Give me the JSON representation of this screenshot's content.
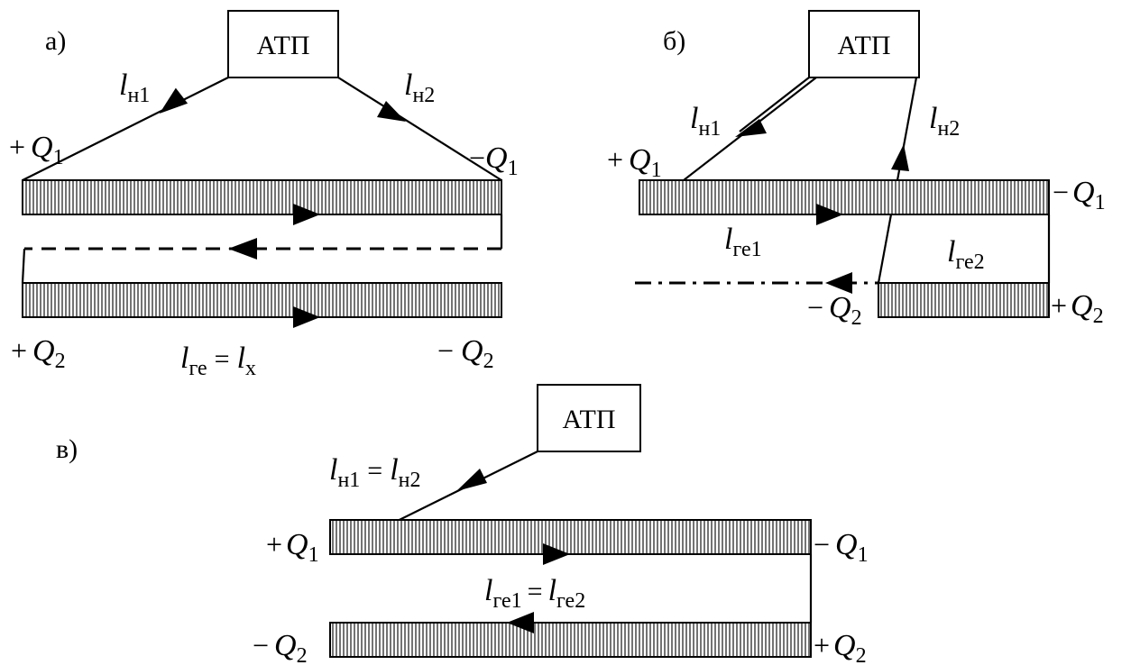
{
  "depot_label": "АТП",
  "panel_a": {
    "letter": "а)",
    "route_1": {
      "symbol": "l",
      "subscript": "н1"
    },
    "route_2": {
      "symbol": "l",
      "subscript": "н2"
    },
    "point_1": {
      "sign": "+",
      "symbol": "Q",
      "subscript": "1"
    },
    "point_2": {
      "sign": "−",
      "symbol": "Q",
      "subscript": "1"
    },
    "point_3": {
      "sign": "+",
      "symbol": "Q",
      "subscript": "2"
    },
    "point_4": {
      "sign": "−",
      "symbol": "Q",
      "subscript": "2"
    },
    "loaded_run": {
      "symbol": "l",
      "subscript": "ге",
      "equals": "=",
      "symbol_2": "l",
      "subscript_2": "x"
    }
  },
  "panel_b": {
    "letter": "б)",
    "route_1": {
      "symbol": "l",
      "subscript": "н1"
    },
    "route_2": {
      "symbol": "l",
      "subscript": "н2"
    },
    "point_1": {
      "sign": "+",
      "symbol": "Q",
      "subscript": "1"
    },
    "point_2": {
      "sign": "−",
      "symbol": "Q",
      "subscript": "1"
    },
    "point_3": {
      "sign": "−",
      "symbol": "Q",
      "subscript": "2"
    },
    "point_4": {
      "sign": "+",
      "symbol": "Q",
      "subscript": "2"
    },
    "loaded_run_1": {
      "symbol": "l",
      "subscript": "ге1"
    },
    "loaded_run_2": {
      "symbol": "l",
      "subscript": "ге2"
    }
  },
  "panel_c": {
    "letter": "в)",
    "route": {
      "symbol": "l",
      "subscript": "н1",
      "equals": "=",
      "symbol_2": "l",
      "subscript_2": "н2"
    },
    "point_1": {
      "sign": "+",
      "symbol": "Q",
      "subscript": "1"
    },
    "point_2": {
      "sign": "−",
      "symbol": "Q",
      "subscript": "1"
    },
    "point_3": {
      "sign": "−",
      "symbol": "Q",
      "subscript": "2"
    },
    "point_4": {
      "sign": "+",
      "symbol": "Q",
      "subscript": "2"
    },
    "loaded_run": {
      "symbol": "l",
      "subscript": "ге1",
      "equals": "=",
      "symbol_2": "l",
      "subscript_2": "ге2"
    }
  }
}
